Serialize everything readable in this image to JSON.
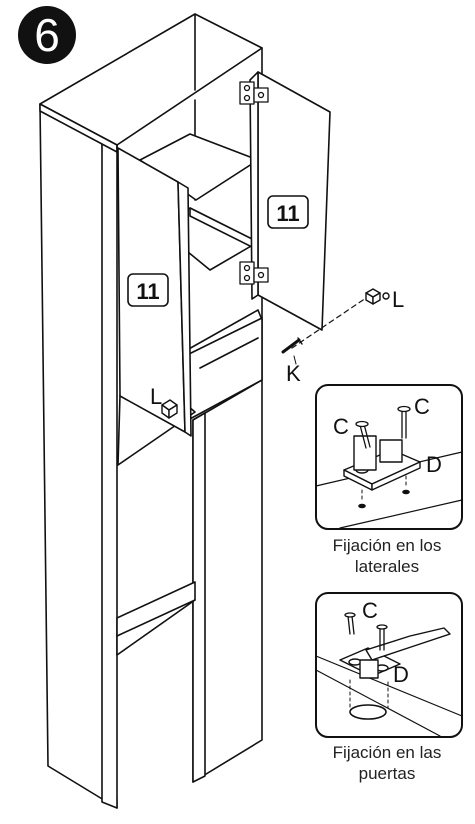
{
  "step_number": "6",
  "labels": {
    "panel_number_right": "11",
    "panel_number_left": "11",
    "part_l_right": "L",
    "part_l_left": "L",
    "part_k": "K",
    "inset_top_c1": "C",
    "inset_top_c2": "C",
    "inset_top_d": "D",
    "inset_bottom_c": "C",
    "inset_bottom_d": "D"
  },
  "captions": {
    "laterales_line1": "Fijación en los",
    "laterales_line2": "laterales",
    "puertas_line1": "Fijación en las",
    "puertas_line2": "puertas"
  },
  "colors": {
    "ink": "#111111",
    "paper": "#ffffff"
  }
}
